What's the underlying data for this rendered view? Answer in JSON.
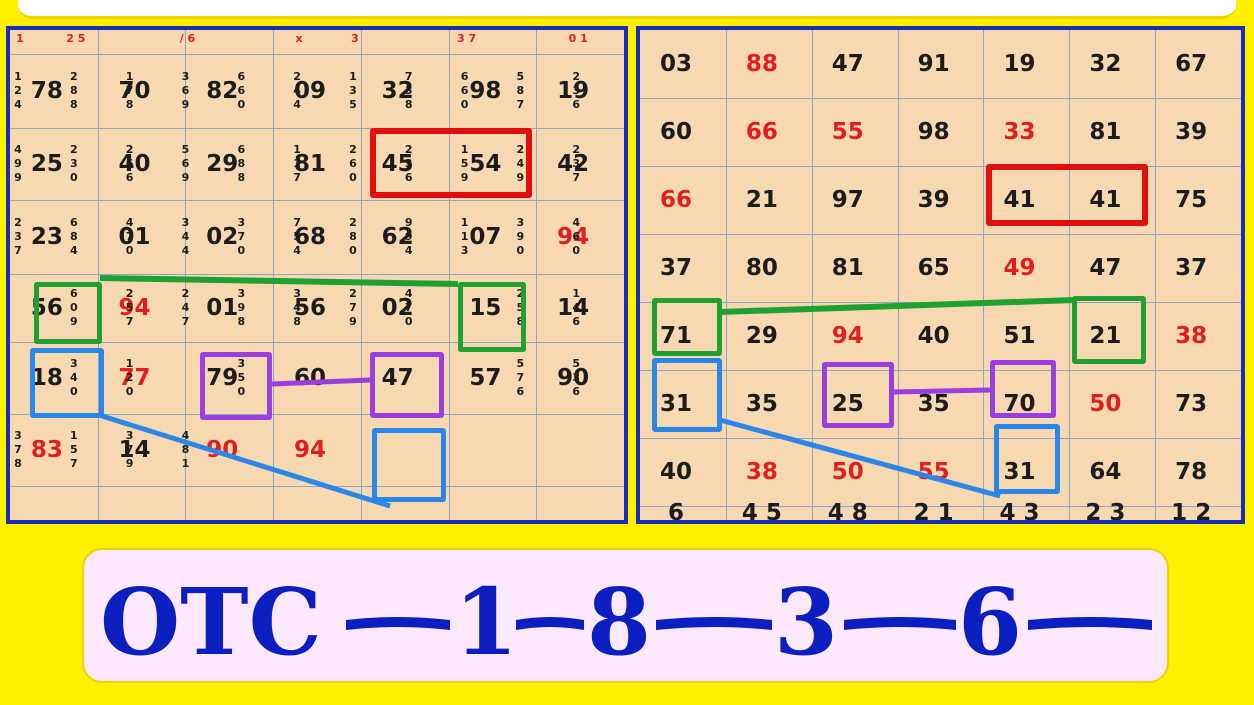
{
  "top_strip": "",
  "left_chart": {
    "rows": [
      {
        "top": [
          "1",
          "2 5",
          "",
          "/ 6",
          "",
          "x",
          "3",
          "",
          "3 7",
          "",
          "0 1"
        ],
        "main": []
      },
      {
        "main": [
          "78",
          "70",
          "82",
          "09",
          "32",
          "98",
          "19"
        ],
        "left": [
          "1 2 4",
          "2 8 8",
          "1 7 8",
          "3 6 9",
          "6 6 0",
          "2 4 4",
          "1 3 5",
          "7 3 8",
          "6 6 0",
          "5 8 7",
          "2 3 6"
        ]
      },
      {
        "main": [
          "25",
          "40",
          "29",
          "81",
          "45",
          "54",
          "42"
        ],
        "left": [
          "4 9 9",
          "2 3 0",
          "2 6 6",
          "5 6 9",
          "6 8 8",
          "1 1 7",
          "2 6 0",
          "2 3 6",
          "1 5 9",
          "2 4 9",
          "2 3 7"
        ]
      },
      {
        "main": [
          "23",
          "01",
          "02",
          "68",
          "62",
          "07",
          "94"
        ],
        "left": [
          "2 3 7",
          "6 8 4",
          "4 7 0",
          "3 4 4",
          "3 7 0",
          "7 5 4",
          "2 8 0",
          "9 9 4",
          "1 1 3",
          "3 9 0",
          "4 6 0"
        ]
      },
      {
        "main": [
          "56",
          "94",
          "01",
          "56",
          "02",
          "15",
          "14"
        ],
        "left": [
          "",
          "6 0 9",
          "2 5 7",
          "2 4 7",
          "3 9 8",
          "3 4 8",
          "2 7 9",
          "4 7 0",
          "",
          "2 5 8",
          "1 4 6"
        ]
      },
      {
        "main": [
          "18",
          "77",
          "79",
          "60",
          "47",
          "57",
          "90"
        ],
        "left": [
          "",
          "3 4 0",
          "1 2 0",
          "",
          "3 5 0",
          "",
          "",
          "",
          "",
          "5 7 6",
          "5 3 6"
        ]
      },
      {
        "main": [
          "83",
          "14",
          "90",
          "94",
          ""
        ],
        "left": [
          "3 7 8",
          "1 5 7",
          "3 7 9",
          "4 8 1",
          "",
          "",
          "",
          "",
          "",
          "",
          ""
        ]
      }
    ]
  },
  "right_chart": {
    "rows": [
      {
        "main": [
          "03",
          "88",
          "47",
          "91",
          "19",
          "32",
          "67"
        ]
      },
      {
        "main": [
          "60",
          "66",
          "55",
          "98",
          "33",
          "81",
          "39"
        ]
      },
      {
        "main": [
          "66",
          "21",
          "97",
          "39",
          "41",
          "41",
          "75"
        ]
      },
      {
        "main": [
          "37",
          "80",
          "81",
          "65",
          "49",
          "47",
          "37"
        ]
      },
      {
        "main": [
          "71",
          "29",
          "94",
          "40",
          "51",
          "21",
          "38"
        ]
      },
      {
        "main": [
          "31",
          "35",
          "25",
          "35",
          "70",
          "50",
          "73"
        ]
      },
      {
        "main": [
          "40",
          "38",
          "50",
          "55",
          "31",
          "64",
          "78"
        ]
      },
      {
        "main": [
          "6",
          "4 5",
          "4 8",
          "2 1",
          "4 3",
          "2 3",
          "1 2"
        ]
      }
    ]
  },
  "footer": {
    "label": "OTC",
    "numbers": [
      "1",
      "8",
      "3",
      "6"
    ]
  },
  "colors": {
    "background": "#fff000",
    "chart_bg": "#f7d8b0",
    "chart_border": "#1a2db5",
    "footer_text": "#0b1fc0",
    "highlight_red": "#e01010",
    "highlight_green": "#20a030",
    "highlight_blue": "#2a86e8",
    "highlight_purple": "#9a3ee0"
  }
}
